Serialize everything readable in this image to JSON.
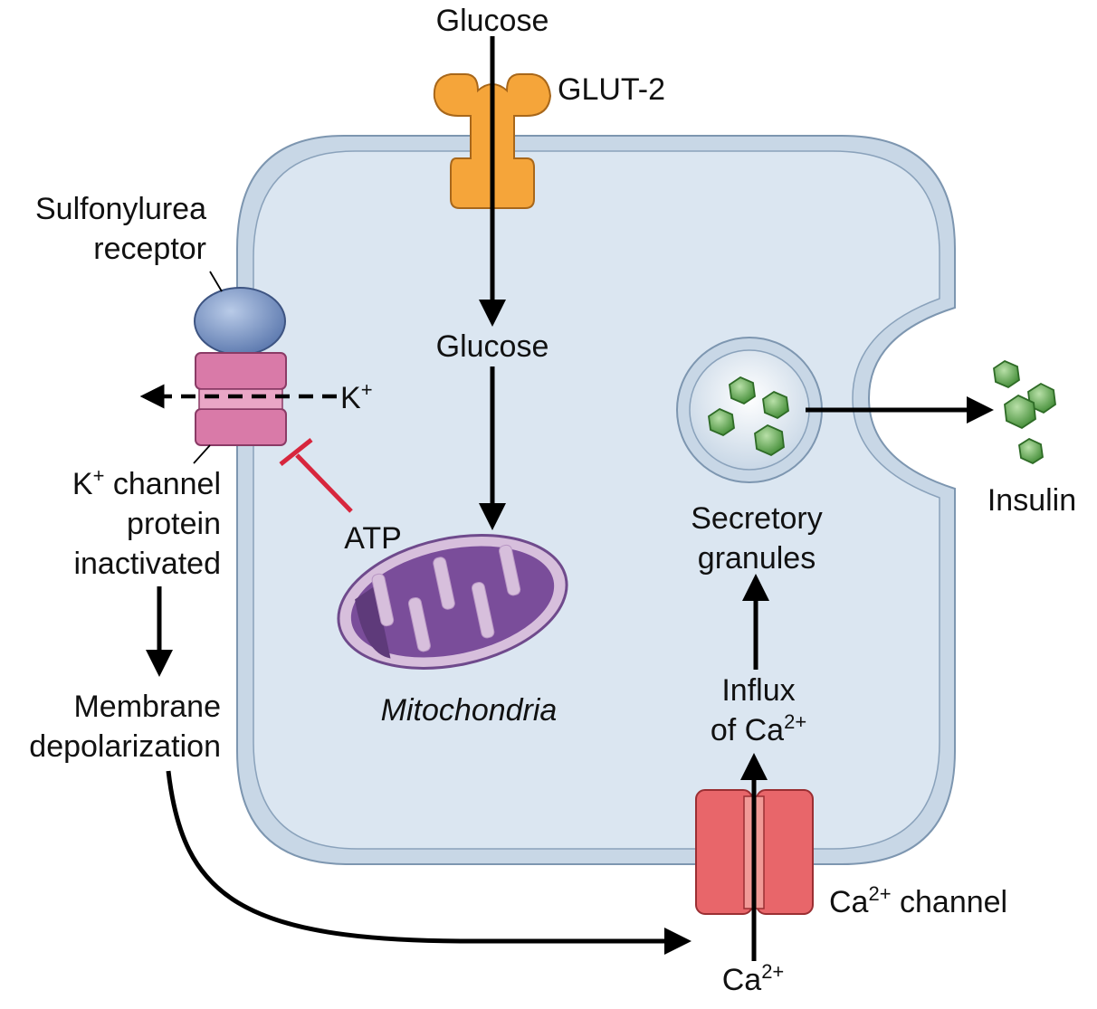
{
  "labels": {
    "glucose_top": "Glucose",
    "glut2": "GLUT-2",
    "glucose_mid": "Glucose",
    "sulfonylurea_line1": "Sulfonylurea",
    "sulfonylurea_line2": "receptor",
    "k_ion_base": "K",
    "k_ion_sup": "+",
    "k_channel_line1_base": "K",
    "k_channel_line1_sup": "+",
    "k_channel_line1_rest": " channel",
    "k_channel_line2": "protein",
    "k_channel_line3": "inactivated",
    "atp": "ATP",
    "mitochondria": "Mitochondria",
    "membrane_line1": "Membrane",
    "membrane_line2": "depolarization",
    "secretory_line1": "Secretory",
    "secretory_line2": "granules",
    "insulin": "Insulin",
    "influx_line1": "Influx",
    "influx_line2_base": "of Ca",
    "influx_line2_sup": "2+",
    "ca_channel_base": "Ca",
    "ca_channel_sup": "2+",
    "ca_channel_rest": " channel",
    "ca_bottom_base": "Ca",
    "ca_bottom_sup": "2+"
  },
  "colors": {
    "cell_fill": "#dbe6f1",
    "cell_stroke": "#7d96b0",
    "glut2": "#f5a53a",
    "receptor": "#7f99c9",
    "k_channel": "#d97aa8",
    "ca_channel": "#e8666a",
    "mitochondria_outer": "#d7bfdc",
    "mitochondria_inner": "#6f4a8c",
    "insulin": "#5aa04c",
    "inhibition": "#d7263d"
  }
}
